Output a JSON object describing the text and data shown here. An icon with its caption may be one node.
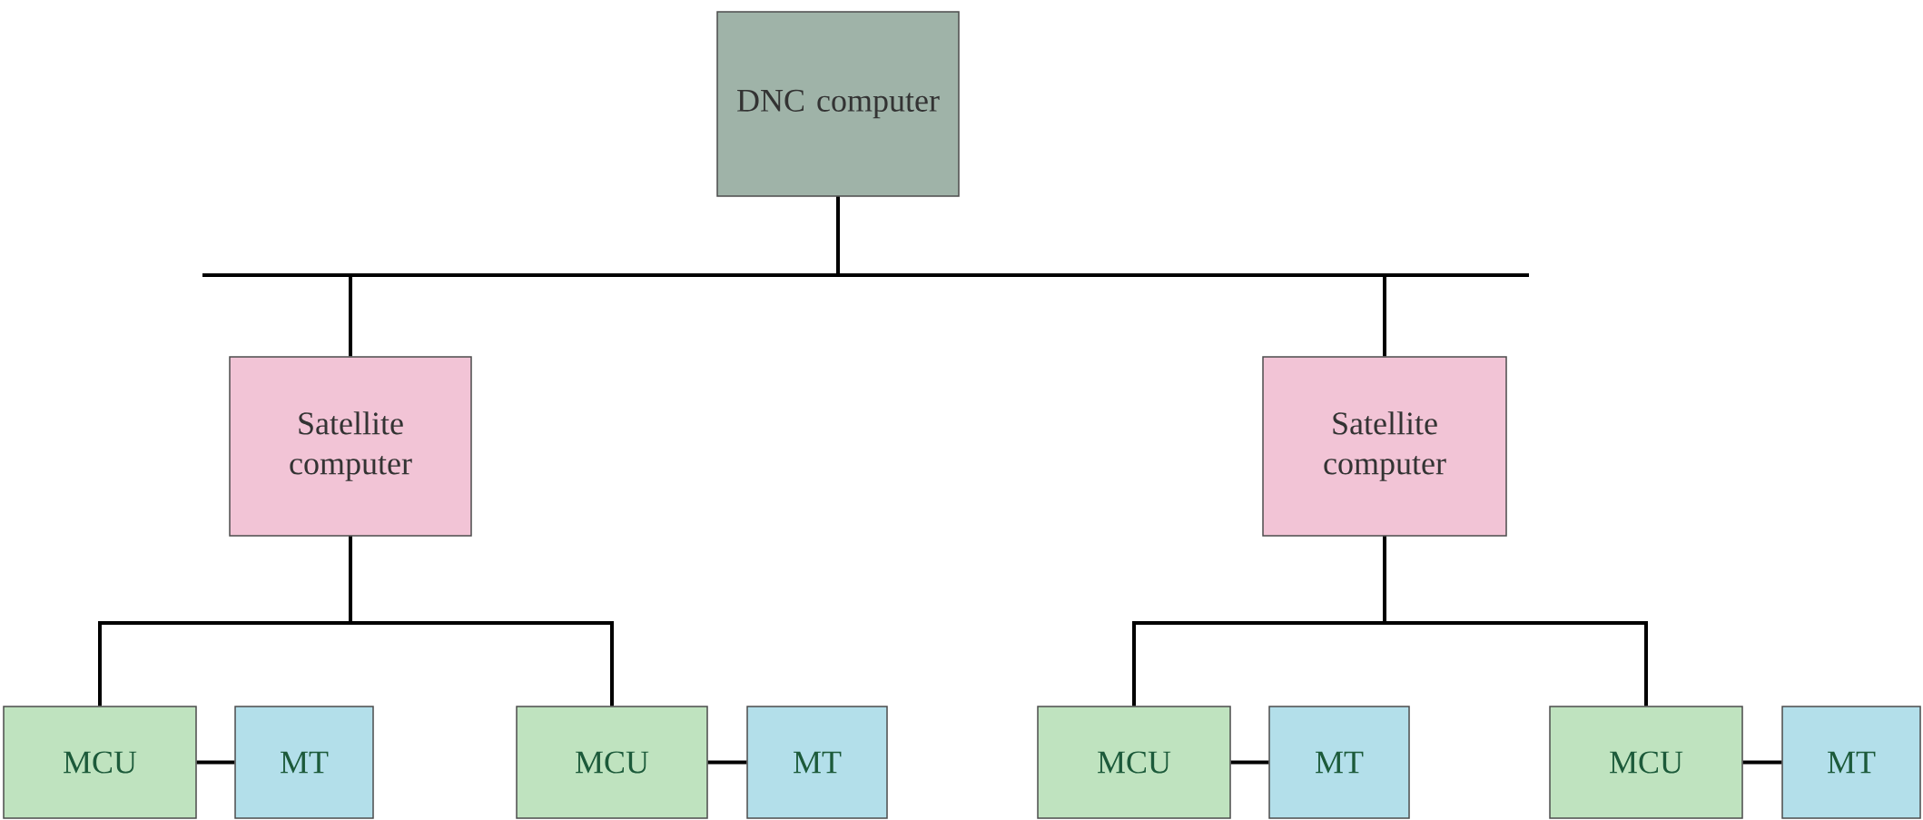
{
  "diagram": {
    "nodes": [
      {
        "text": [
          "DNC computer"
        ]
      },
      {
        "text": [
          "Satellite computer"
        ]
      },
      {
        "text": [
          "Satellite computer"
        ]
      },
      {
        "text": [
          "MCU"
        ]
      },
      {
        "text": [
          "MT"
        ]
      },
      {
        "text": [
          "MCU"
        ]
      },
      {
        "text": [
          "MT"
        ]
      },
      {
        "text": [
          "MCU"
        ]
      },
      {
        "text": [
          "MT"
        ]
      },
      {
        "text": [
          "MCU"
        ]
      },
      {
        "text": [
          "MT"
        ]
      }
    ],
    "edges": [
      {
        "from": 0,
        "to": 1,
        "arrow": "none"
      },
      {
        "from": 0,
        "to": 2,
        "arrow": "none"
      },
      {
        "from": 1,
        "to": 3,
        "arrow": "none"
      },
      {
        "from": 1,
        "to": 5,
        "arrow": "none"
      },
      {
        "from": 2,
        "to": 7,
        "arrow": "none"
      },
      {
        "from": 2,
        "to": 9,
        "arrow": "none"
      },
      {
        "from": 3,
        "to": 4,
        "arrow": "none"
      },
      {
        "from": 5,
        "to": 6,
        "arrow": "none"
      },
      {
        "from": 7,
        "to": 8,
        "arrow": "none"
      },
      {
        "from": 9,
        "to": 10,
        "arrow": "none"
      }
    ]
  }
}
